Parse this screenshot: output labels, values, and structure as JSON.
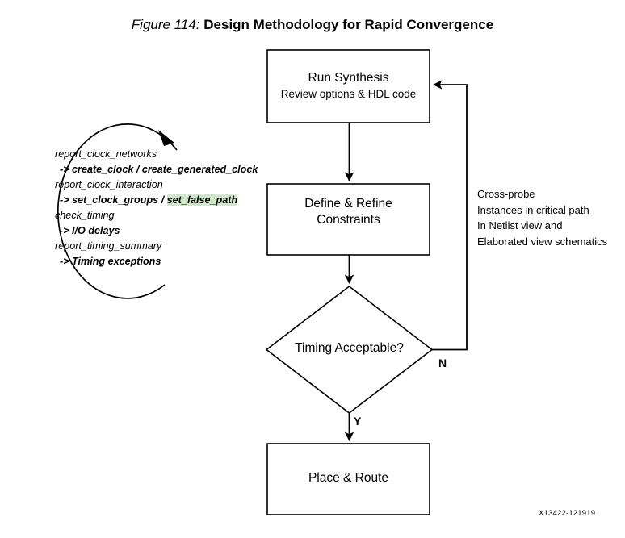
{
  "figure": {
    "number_label": "Figure 114:",
    "caption": "Design Methodology for Rapid Convergence",
    "doc_id": "X13422-121919"
  },
  "flowchart": {
    "type": "flowchart",
    "nodes": [
      {
        "id": "run-synthesis",
        "shape": "rectangle",
        "line1": "Run Synthesis",
        "line2": "Review options & HDL code"
      },
      {
        "id": "define-refine-constraints",
        "shape": "rectangle",
        "line1": "Define & Refine",
        "line2": "Constraints"
      },
      {
        "id": "timing-acceptable",
        "shape": "diamond",
        "line1": "Timing Acceptable?"
      },
      {
        "id": "place-route",
        "shape": "rectangle",
        "line1": "Place & Route"
      }
    ],
    "edges": [
      {
        "id": "synthesis-to-constraints",
        "from": "run-synthesis",
        "to": "define-refine-constraints",
        "label": ""
      },
      {
        "id": "constraints-to-decision",
        "from": "define-refine-constraints",
        "to": "timing-acceptable",
        "label": ""
      },
      {
        "id": "decision-no-feedback",
        "from": "timing-acceptable",
        "to": "run-synthesis",
        "label": "N"
      },
      {
        "id": "decision-yes",
        "from": "timing-acceptable",
        "to": "place-route",
        "label": "Y"
      }
    ]
  },
  "commands": {
    "lines": [
      {
        "kind": "cmd",
        "text": "report_clock_networks"
      },
      {
        "kind": "sub",
        "prefix": "-> create_clock / create_generated_clock",
        "highlight": ""
      },
      {
        "kind": "cmd",
        "text": "report_clock_interaction"
      },
      {
        "kind": "sub",
        "prefix": "-> set_clock_groups / ",
        "highlight": "set_false_path"
      },
      {
        "kind": "cmd",
        "text": "check_timing"
      },
      {
        "kind": "sub",
        "prefix": "-> I/O delays",
        "highlight": ""
      },
      {
        "kind": "cmd",
        "text": "report_timing_summary"
      },
      {
        "kind": "sub",
        "prefix": "-> Timing exceptions",
        "highlight": ""
      }
    ],
    "line1": "report_clock_networks",
    "line2a": "-> create_clock / create_generated_clock",
    "line3": "report_clock_interaction",
    "line4a": "-> set_clock_groups / ",
    "line4b": "set_false_path",
    "line5": "check_timing",
    "line6": "-> I/O delays",
    "line7": "report_timing_summary",
    "line8": "-> Timing exceptions",
    "highlight_color": "#cfe8c9"
  },
  "side_note": {
    "line1": "Cross-probe",
    "line2": "Instances in critical path",
    "line3": "In Netlist view and",
    "line4": "Elaborated view schematics"
  },
  "branch_labels": {
    "no": "N",
    "yes": "Y"
  },
  "colors": {
    "stroke": "#000000",
    "background": "#ffffff",
    "highlight": "#cfe8c9"
  }
}
